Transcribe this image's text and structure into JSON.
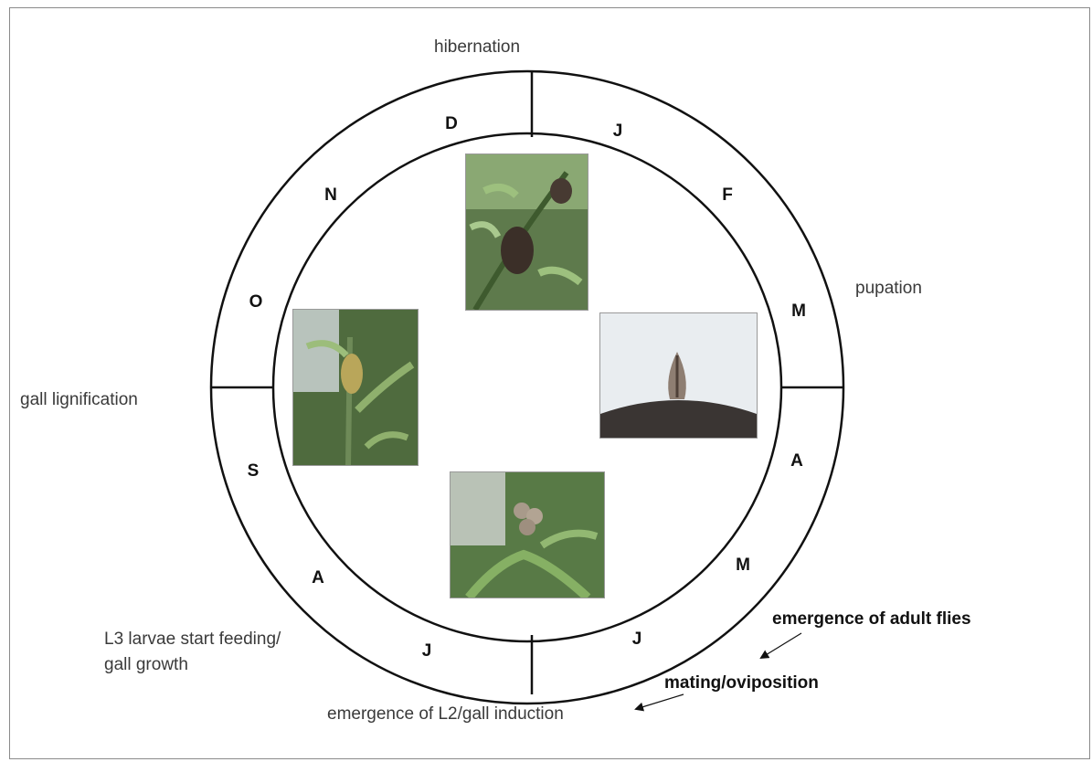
{
  "months": [
    "D",
    "J",
    "F",
    "M",
    "A",
    "M",
    "J",
    "J",
    "A",
    "S",
    "O",
    "N"
  ],
  "phases": {
    "hibernation": "hibernation",
    "pupation": "pupation",
    "gall_lignification": "gall lignification",
    "l3_feeding": "L3 larvae start feeding/\ngall growth",
    "l2_emergence": "emergence of L2/gall induction",
    "adult_emergence": "emergence of adult flies",
    "mating": "mating/oviposition"
  },
  "photos": {
    "top": "gall-on-plant-photo",
    "right": "pupa-photo",
    "bottom": "flower-buds-photo",
    "left": "young-gall-photo"
  },
  "colors": {
    "ring_stroke": "#111111",
    "frame": "#8a8a8a"
  }
}
